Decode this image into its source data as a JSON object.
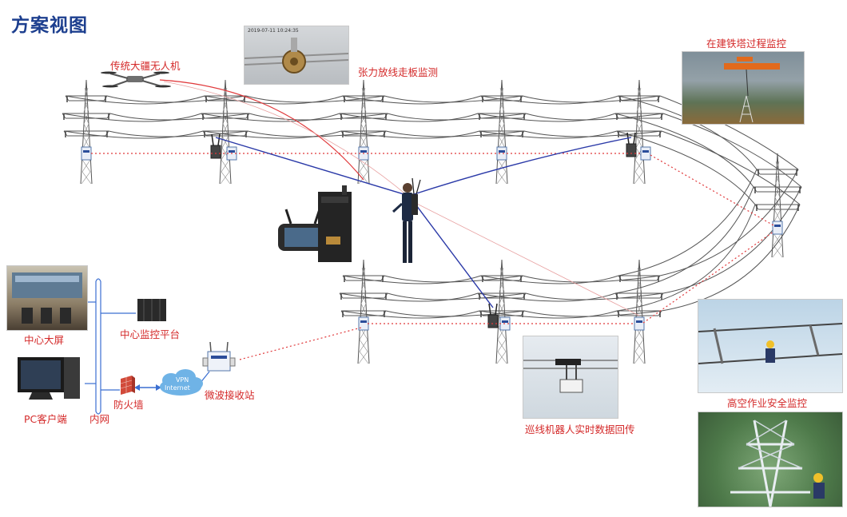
{
  "title": "方案视图",
  "labels": {
    "drone": "传统大疆无人机",
    "tension": "张力放线走板监测",
    "tower_build": "在建铁塔过程监控",
    "center_screen": "中心大屏",
    "pc_client": "PC客户端",
    "intranet": "内网",
    "firewall": "防火墙",
    "monitor_platform": "中心监控平台",
    "microwave_station": "微波接收站",
    "robot": "巡线机器人实时数据回传",
    "high_altitude": "高空作业安全监控",
    "vpn_top": "VPN",
    "vpn_bottom": "Internet"
  },
  "photo_caption": "2019-07-11 10:24:35",
  "colors": {
    "title": "#1d3f8f",
    "label": "#d42a2a",
    "link_red": "#e0393b",
    "link_blue": "#2b3aa8",
    "network_blue": "#3b6fd1",
    "cloud": "#6fb3e6"
  },
  "icons": [
    "tower-icon",
    "drone-icon",
    "radio-icon",
    "operator-icon",
    "controller-icon",
    "server-icon",
    "monitor-icon",
    "firewall-icon",
    "cloud-icon"
  ]
}
